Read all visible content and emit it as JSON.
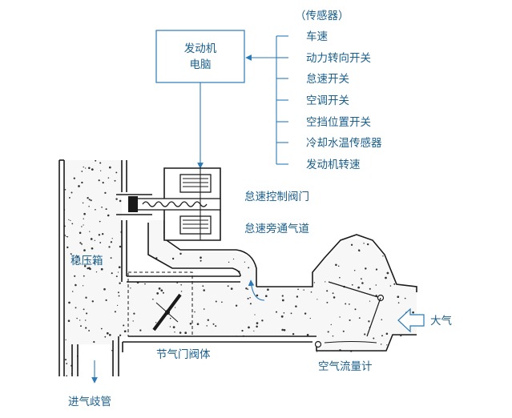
{
  "colors": {
    "text": "#1a5f8c",
    "arrow": "#2a7ab8",
    "line": "#1a1a1a",
    "speckle": "#333333"
  },
  "ecu": {
    "line1": "发动机",
    "line2": "电脑"
  },
  "sensors": {
    "header": "（传感器）",
    "items": [
      "车速",
      "动力转向开关",
      "怠速开关",
      "空调开关",
      "空挡位置开关",
      "冷却水温传感器",
      "发动机转速"
    ]
  },
  "labels": {
    "idle_valve": "怠速控制阀门",
    "bypass": "怠速旁通气道",
    "plenum": "稳压箱",
    "throttle_body": "节气门阀体",
    "air": "大气",
    "airflow_meter": "空气流量计",
    "intake_manifold": "进气歧管"
  }
}
